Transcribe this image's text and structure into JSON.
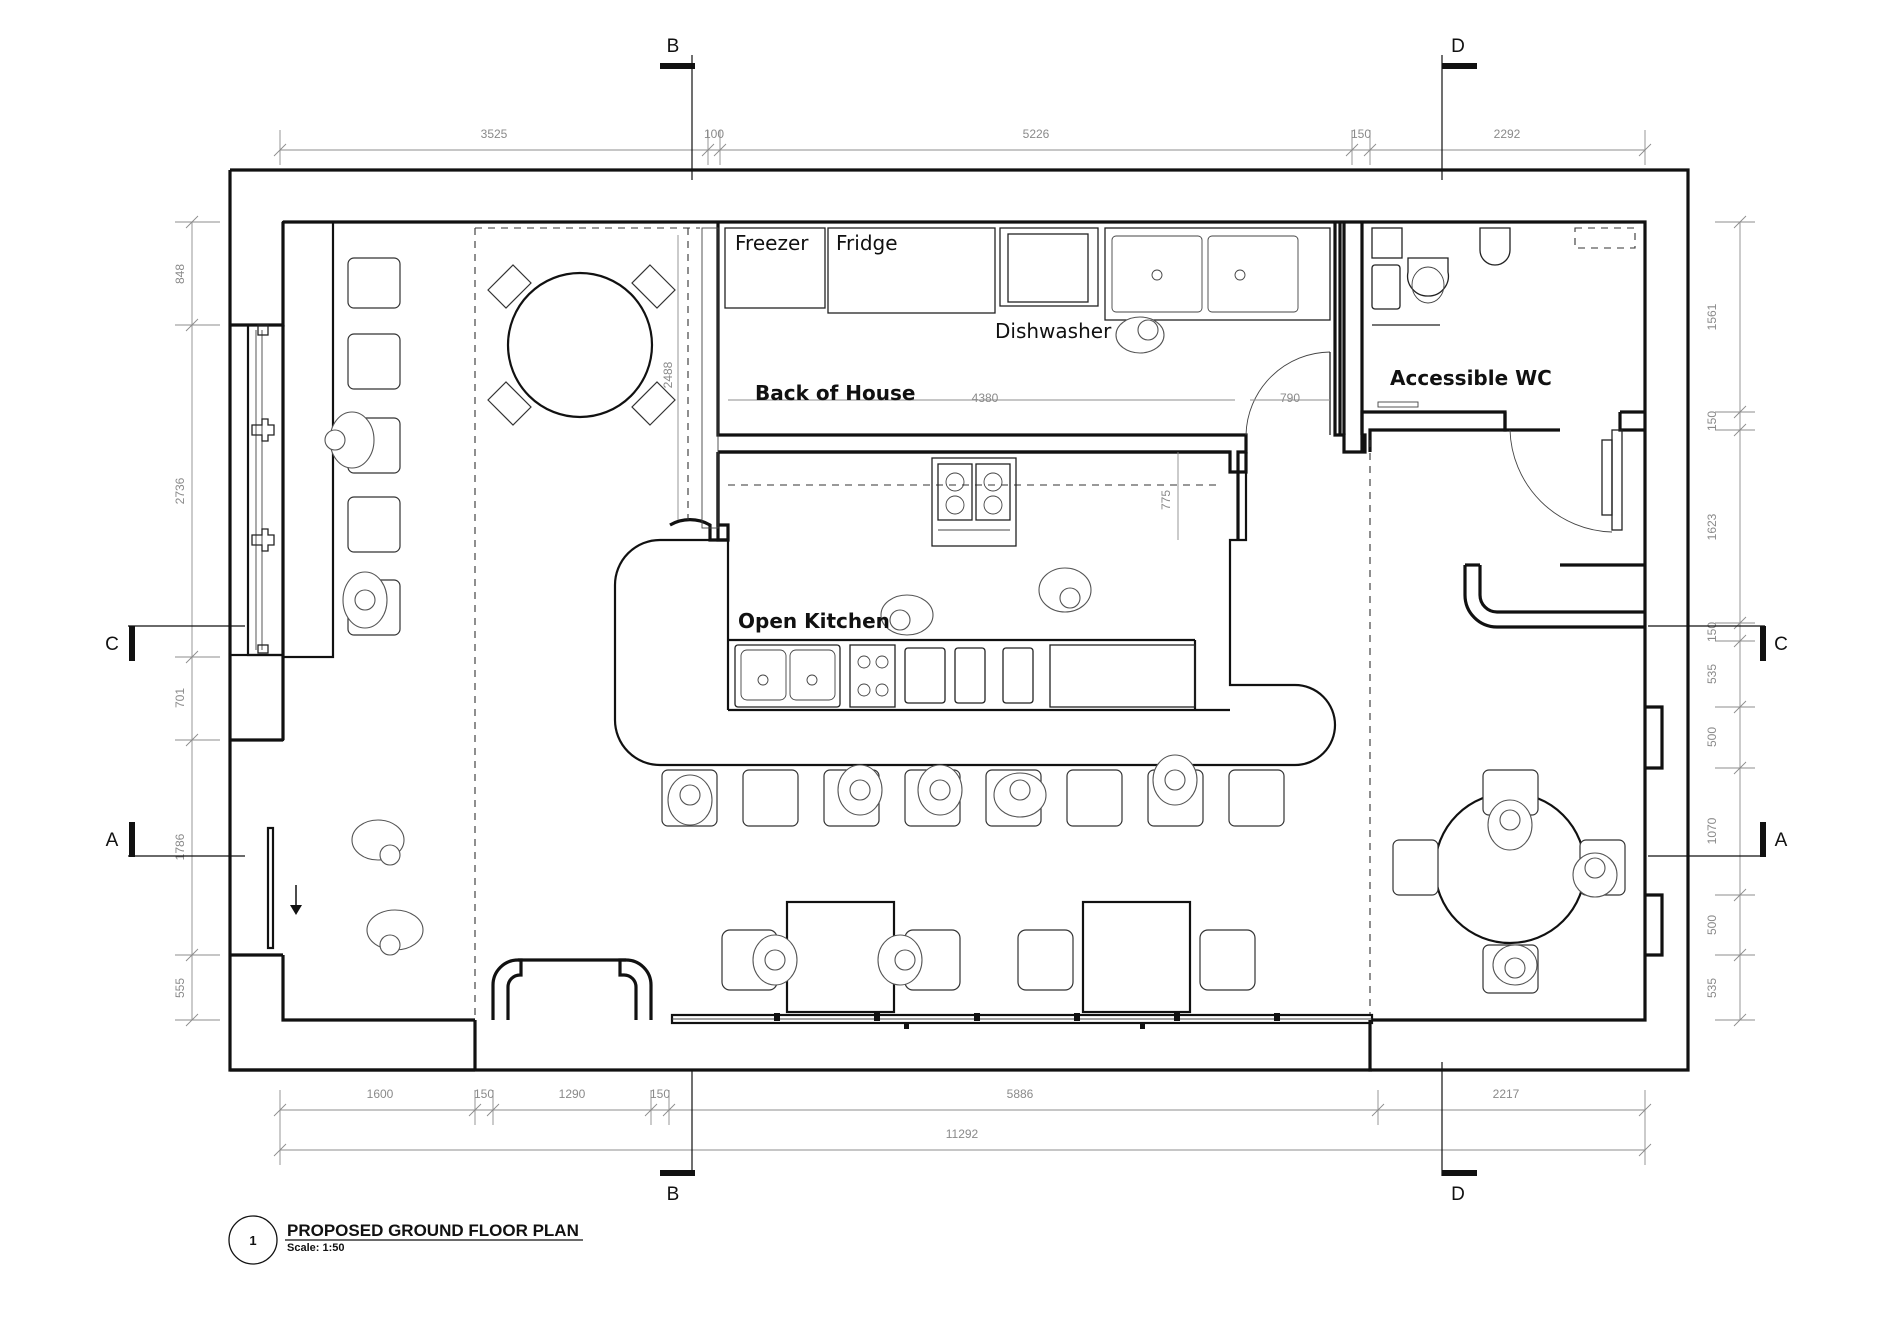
{
  "title_block": {
    "number": "1",
    "title": "PROPOSED GROUND FLOOR PLAN",
    "scale": "Scale: 1:50"
  },
  "rooms": {
    "back_of_house": "Back of House",
    "accessible_wc": "Accessible WC",
    "open_kitchen": "Open Kitchen"
  },
  "equipment": {
    "freezer": "Freezer",
    "fridge": "Fridge",
    "dishwasher": "Dishwasher"
  },
  "section_markers": {
    "a_left": "A",
    "a_right": "A",
    "b_top": "B",
    "b_bottom": "B",
    "c_left": "C",
    "c_right": "C",
    "d_top": "D",
    "d_bottom": "D"
  },
  "dimensions": {
    "top": [
      "3525",
      "100",
      "5226",
      "150",
      "2292"
    ],
    "bottom": [
      "1600",
      "150",
      "1290",
      "150",
      "5886",
      "2217"
    ],
    "overall": "11292",
    "left": [
      "848",
      "2736",
      "701",
      "1786",
      "555"
    ],
    "right": [
      "1561",
      "150",
      "1623",
      "150",
      "535",
      "500",
      "1070",
      "500",
      "535"
    ],
    "interior": {
      "back_of_house_width": "4380",
      "door": "790",
      "counter_depth": "775",
      "booth_depth": "2488"
    }
  }
}
